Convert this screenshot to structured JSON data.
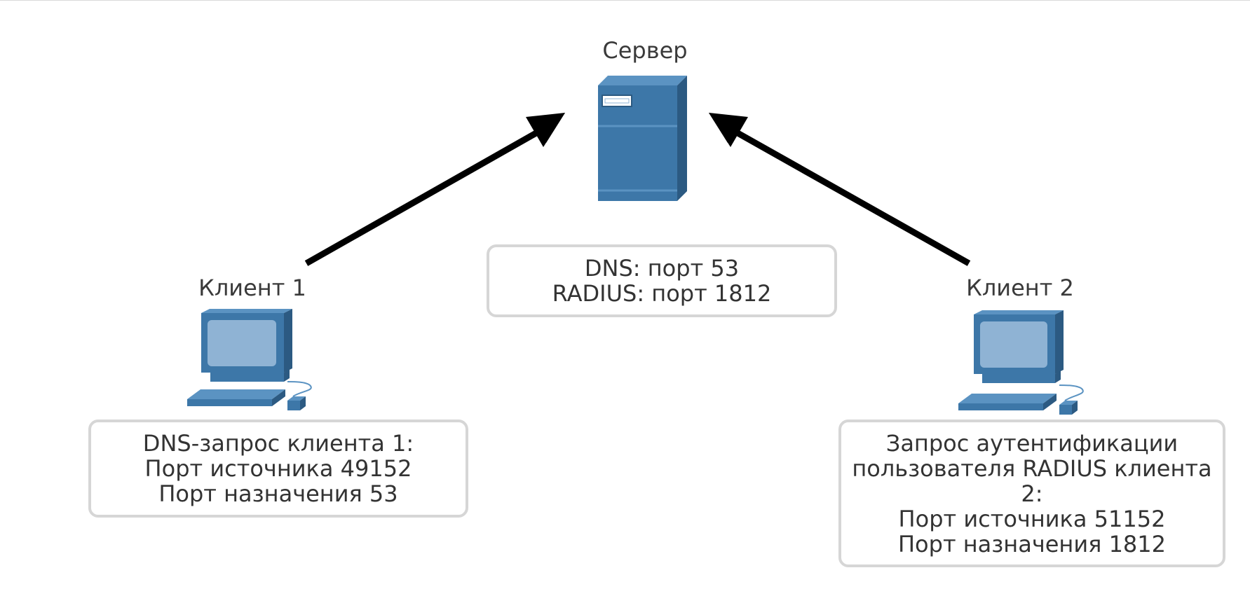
{
  "server": {
    "label": "Сервер",
    "ports": [
      "DNS: порт 53",
      "RADIUS: порт 1812"
    ]
  },
  "client1": {
    "label": "Клиент 1",
    "request": [
      "DNS-запрос клиента 1:",
      "Порт источника 49152",
      "Порт назначения 53"
    ]
  },
  "client2": {
    "label": "Клиент 2",
    "request": [
      "Запрос аутентификации",
      "пользователя RADIUS клиента",
      "2:",
      "Порт источника 51152",
      "Порт назначения 1812"
    ]
  },
  "colors": {
    "device": "#3d77a8",
    "device_dark": "#2c5a82",
    "device_light": "#5b93c2",
    "screen": "#8fb3d4",
    "arrow": "#000000",
    "box_border": "#d6d6d6"
  }
}
